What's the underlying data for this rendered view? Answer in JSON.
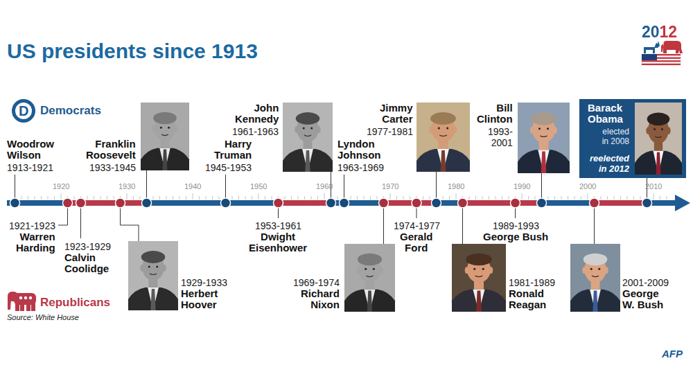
{
  "diagram": {
    "title": "US presidents since 1913",
    "nodes": [
      {
        "text": [
          "Barack Obama",
          "elected in 2008",
          "reelected in 2012"
        ]
      }
    ],
    "labels": [
      "2012",
      "D",
      "1920",
      "1930",
      "1940",
      "1950",
      "1960",
      "1970",
      "1980",
      "1990",
      "2000",
      "2010",
      "Woodrow Wilson",
      "1913-1921",
      "1921-1923",
      "Warren Harding",
      "1923-1929",
      "Calvin Coolidge",
      "1929-1933",
      "Herbert Hoover",
      "Franklin Roosevelt",
      "1933-1945",
      "Harry Truman",
      "1945-1953",
      "1953-1961",
      "Dwight Eisenhower",
      "John Kennedy",
      "1961-1963",
      "Lyndon Johnson",
      "1963-1969",
      "1969-1974",
      "Richard Nixon",
      "1974-1977",
      "Gerald Ford",
      "Jimmy Carter",
      "1977-1981",
      "1981-1989",
      "Ronald Reagan",
      "1989-1993",
      "George Bush",
      "Bill Clinton",
      "1993- 2001",
      "2001-2009",
      "George W. Bush",
      "Source: White House",
      "AFP"
    ],
    "legend": [
      {
        "text": "Democrats",
        "color": "#1f5c92"
      },
      {
        "text": "Republicans",
        "color": "#b8394a"
      }
    ]
  }
}
